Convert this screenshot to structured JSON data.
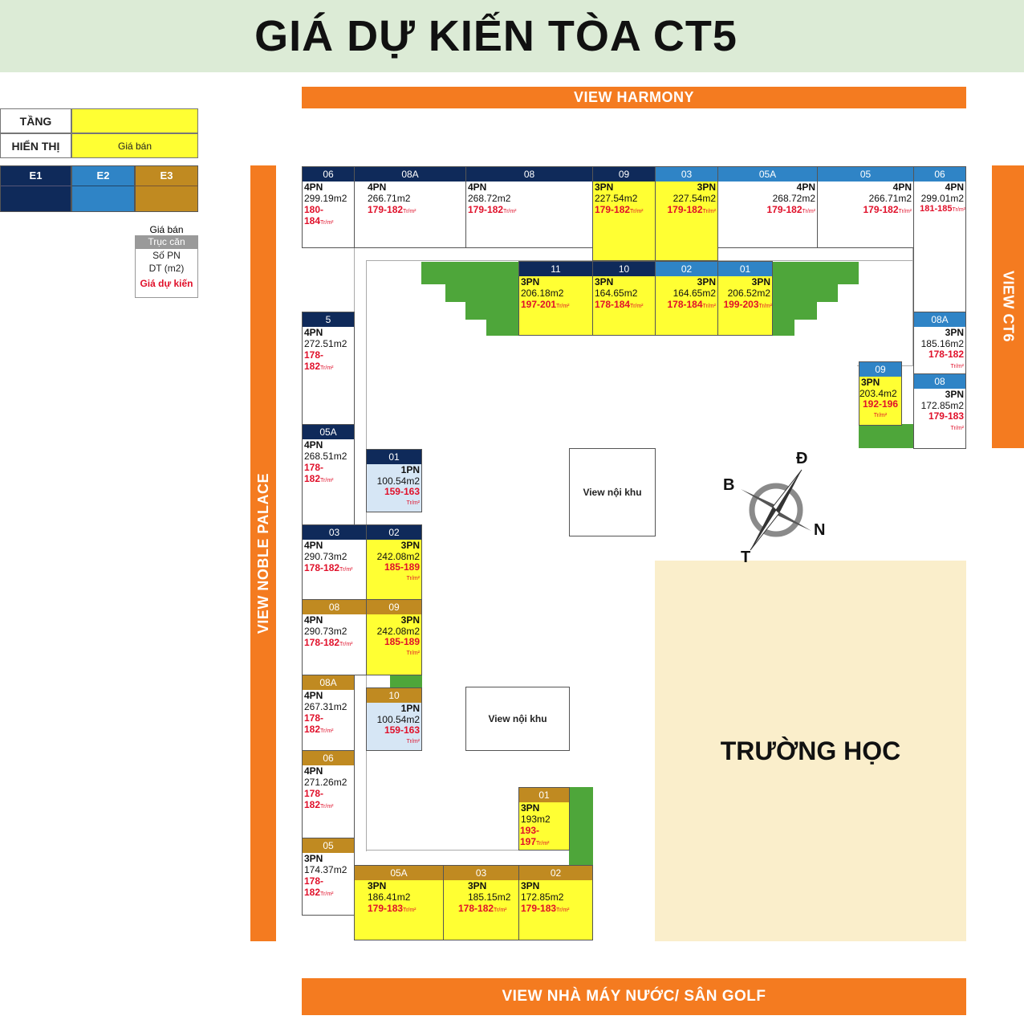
{
  "title": "GIÁ DỰ KIẾN TÒA CT5",
  "views": {
    "top": "VIEW HARMONY",
    "bottom": "VIEW NHÀ MÁY NƯỚC/ SÂN GOLF",
    "left": "VIEW NOBLE PALACE",
    "right": "VIEW CT6",
    "inner": "View nội khu",
    "school": "TRƯỜNG HỌC"
  },
  "legend": {
    "floor_label": "TẦNG",
    "display_label": "HIỂN THỊ",
    "display_value": "Giá bán",
    "types": [
      "E1",
      "E2",
      "E3"
    ],
    "key": [
      "Giá bán",
      "Trục căn",
      "Số PN",
      "DT (m2)",
      "Giá dự kiến"
    ]
  },
  "compass": {
    "n": "N",
    "s": "Đ",
    "w": "B",
    "e": "T"
  },
  "price_unit": "Tr/m²",
  "colors": {
    "e1": "#0f2a5a",
    "e2": "#2f84c6",
    "e3": "#c08a21",
    "sold": "#ffff33",
    "green": "#4ea63a",
    "orange": "#f47b20",
    "school": "#faeecb"
  },
  "units": [
    {
      "id": "06",
      "pn": "4PN",
      "dt": "299.19m2",
      "price": "180-184"
    },
    {
      "id": "08A",
      "pn": "4PN",
      "dt": "266.71m2",
      "price": "179-182"
    },
    {
      "id": "08",
      "pn": "4PN",
      "dt": "268.72m2",
      "price": "179-182"
    },
    {
      "id": "09",
      "pn": "3PN",
      "dt": "227.54m2",
      "price": "179-182"
    },
    {
      "id": "03",
      "pn": "3PN",
      "dt": "227.54m2",
      "price": "179-182"
    },
    {
      "id": "05A",
      "pn": "4PN",
      "dt": "268.72m2",
      "price": "179-182"
    },
    {
      "id": "05",
      "pn": "4PN",
      "dt": "266.71m2",
      "price": "179-182"
    },
    {
      "id": "06",
      "pn": "4PN",
      "dt": "299.01m2",
      "price": "181-185"
    },
    {
      "id": "11",
      "pn": "3PN",
      "dt": "206.18m2",
      "price": "197-201"
    },
    {
      "id": "10",
      "pn": "3PN",
      "dt": "164.65m2",
      "price": "178-184"
    },
    {
      "id": "02",
      "pn": "3PN",
      "dt": "164.65m2",
      "price": "178-184"
    },
    {
      "id": "01",
      "pn": "3PN",
      "dt": "206.52m2",
      "price": "199-203"
    },
    {
      "id": "08A",
      "pn": "3PN",
      "dt": "185.16m2",
      "price": "178-182"
    },
    {
      "id": "09",
      "pn": "3PN",
      "dt": "203.4m2",
      "price": "192-196"
    },
    {
      "id": "08",
      "pn": "3PN",
      "dt": "172.85m2",
      "price": "179-183"
    },
    {
      "id": "5",
      "pn": "4PN",
      "dt": "272.51m2",
      "price": "178-182"
    },
    {
      "id": "05A",
      "pn": "4PN",
      "dt": "268.51m2",
      "price": "178-182"
    },
    {
      "id": "01",
      "pn": "1PN",
      "dt": "100.54m2",
      "price": "159-163"
    },
    {
      "id": "03",
      "pn": "4PN",
      "dt": "290.73m2",
      "price": "178-182"
    },
    {
      "id": "02",
      "pn": "3PN",
      "dt": "242.08m2",
      "price": "185-189"
    },
    {
      "id": "08",
      "pn": "4PN",
      "dt": "290.73m2",
      "price": "178-182"
    },
    {
      "id": "09",
      "pn": "3PN",
      "dt": "242.08m2",
      "price": "185-189"
    },
    {
      "id": "08A",
      "pn": "4PN",
      "dt": "267.31m2",
      "price": "178-182"
    },
    {
      "id": "10",
      "pn": "1PN",
      "dt": "100.54m2",
      "price": "159-163"
    },
    {
      "id": "06",
      "pn": "4PN",
      "dt": "271.26m2",
      "price": "178-182"
    },
    {
      "id": "05",
      "pn": "3PN",
      "dt": "174.37m2",
      "price": "178-182"
    },
    {
      "id": "01",
      "pn": "3PN",
      "dt": "193m2",
      "price": "193-197"
    },
    {
      "id": "05A",
      "pn": "3PN",
      "dt": "186.41m2",
      "price": "179-183"
    },
    {
      "id": "03",
      "pn": "3PN",
      "dt": "185.15m2",
      "price": "178-182"
    },
    {
      "id": "02",
      "pn": "3PN",
      "dt": "172.85m2",
      "price": "179-183"
    }
  ]
}
